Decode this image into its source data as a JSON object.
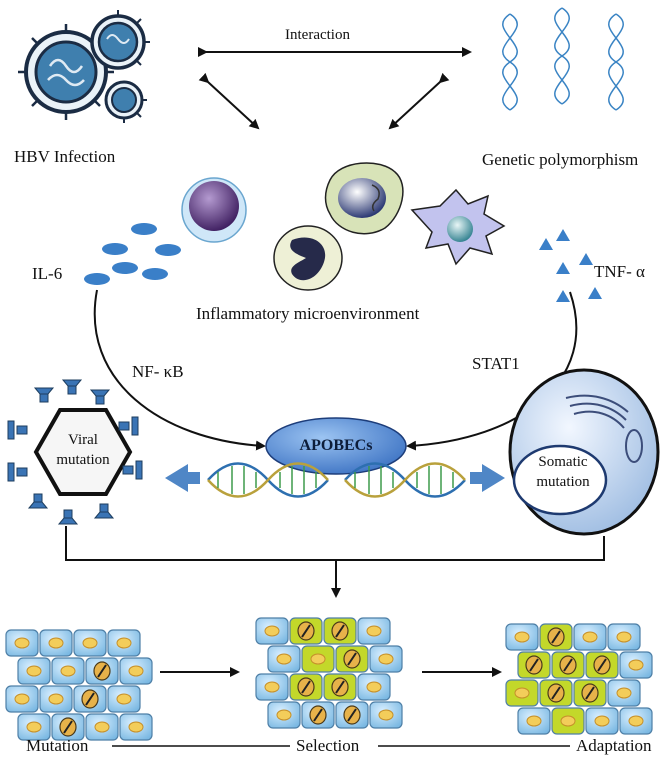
{
  "labels": {
    "interaction": "Interaction",
    "hbv_infection": "HBV Infection",
    "genetic_polymorphism": "Genetic polymorphism",
    "il6": "IL-6",
    "tnf": "TNF- α",
    "inflammatory": "Inflammatory microenvironment",
    "nfkb": "NF- κB",
    "stat1": "STAT1",
    "apobecs": "APOBECs",
    "viral_mutation_1": "Viral",
    "viral_mutation_2": "mutation",
    "somatic_mutation_1": "Somatic",
    "somatic_mutation_2": "mutation",
    "stage_mutation": "Mutation",
    "stage_selection": "Selection",
    "stage_adaptation": "Adaptation"
  },
  "colors": {
    "arrow": "#111111",
    "blue_arrow": "#4f86c6",
    "virus_body": "#2a5c86",
    "cell_blue": "#8ec6ea",
    "cell_green": "#c3d82a",
    "nucleus_yellow": "#f3cd5a",
    "apobec_fill": "#4e86d4"
  }
}
